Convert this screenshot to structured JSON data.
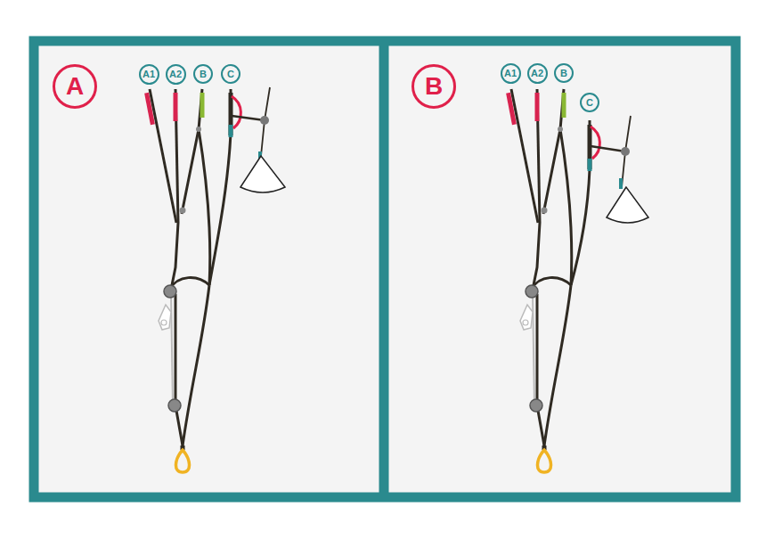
{
  "diagram": {
    "nodes": [
      {
        "text": [
          "A"
        ]
      },
      {
        "text": [
          "A1"
        ]
      },
      {
        "text": [
          "A2"
        ]
      },
      {
        "text": [
          "B"
        ]
      },
      {
        "text": [
          "C"
        ]
      },
      {
        "text": [
          "B"
        ]
      },
      {
        "text": [
          "A1"
        ]
      },
      {
        "text": [
          "A2"
        ]
      },
      {
        "text": [
          "B"
        ]
      },
      {
        "text": [
          "C"
        ]
      }
    ]
  }
}
